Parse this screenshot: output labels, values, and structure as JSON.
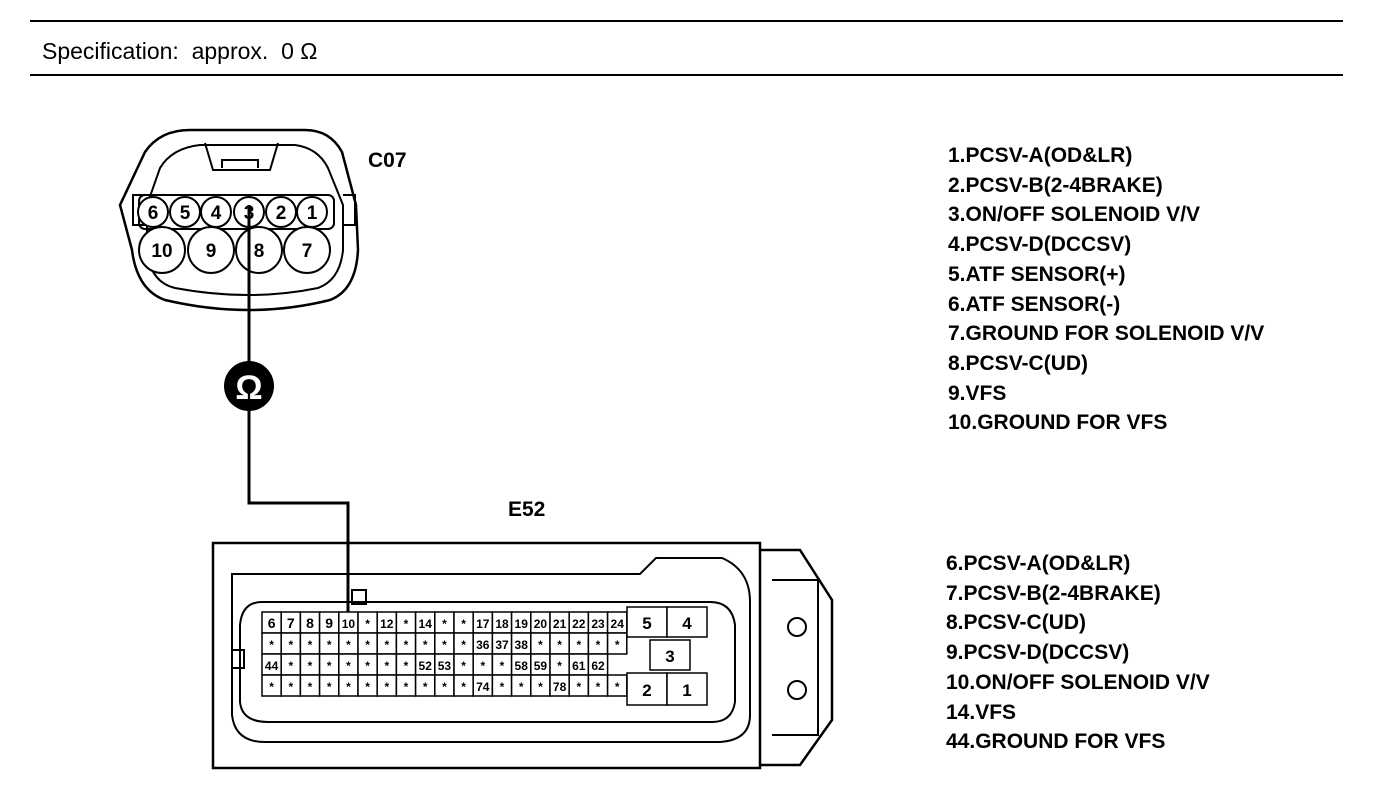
{
  "specification": {
    "label": "Specification:",
    "value": "approx.",
    "resistance": "0 Ω"
  },
  "meter_symbol": "Ω",
  "c07": {
    "label": "C07",
    "top_row_pins": [
      "6",
      "5",
      "4",
      "3",
      "2",
      "1"
    ],
    "bottom_row_pins": [
      "10",
      "9",
      "8",
      "7"
    ],
    "pin_list": [
      "1.PCSV-A(OD&LR)",
      "2.PCSV-B(2-4BRAKE)",
      "3.ON/OFF SOLENOID V/V",
      "4.PCSV-D(DCCSV)",
      "5.ATF SENSOR(+)",
      "6.ATF SENSOR(-)",
      "7.GROUND FOR SOLENOID V/V",
      "8.PCSV-C(UD)",
      "9.VFS",
      "10.GROUND FOR VFS"
    ]
  },
  "e52": {
    "label": "E52",
    "grid_rows": [
      [
        "6",
        "7",
        "8",
        "9",
        "10",
        "*",
        "12",
        "*",
        "14",
        "*",
        "*",
        "17",
        "18",
        "19",
        "20",
        "21",
        "22",
        "23",
        "24"
      ],
      [
        "*",
        "*",
        "*",
        "*",
        "*",
        "*",
        "*",
        "*",
        "*",
        "*",
        "*",
        "36",
        "37",
        "38",
        "*",
        "*",
        "*",
        "*",
        "*"
      ],
      [
        "44",
        "*",
        "*",
        "*",
        "*",
        "*",
        "*",
        "*",
        "52",
        "53",
        "*",
        "*",
        "*",
        "58",
        "59",
        "*",
        "61",
        "62"
      ],
      [
        "*",
        "*",
        "*",
        "*",
        "*",
        "*",
        "*",
        "*",
        "*",
        "*",
        "*",
        "74",
        "*",
        "*",
        "*",
        "78",
        "*",
        "*",
        "*"
      ]
    ],
    "power_pins": [
      "5",
      "4",
      "3",
      "2",
      "1"
    ],
    "pin_list": [
      "6.PCSV-A(OD&LR)",
      "7.PCSV-B(2-4BRAKE)",
      "8.PCSV-C(UD)",
      "9.PCSV-D(DCCSV)",
      "10.ON/OFF SOLENOID V/V",
      "14.VFS",
      "44.GROUND FOR VFS"
    ]
  }
}
